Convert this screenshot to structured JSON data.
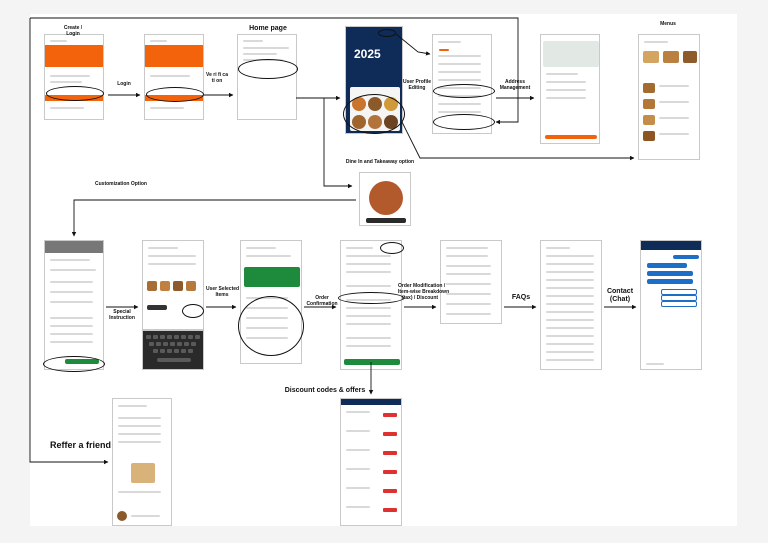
{
  "labels": {
    "create_login": "Create /\nLogin",
    "home_page": "Home page",
    "login": "Login",
    "verification": "Ve ri fi ca\nti on",
    "user_profile_editing": "User Profile\nEditing",
    "address_management": "Address\nManagement",
    "menus": "Menus",
    "dine_in_takeaway": "Dine In and Takeaway option",
    "customization_option": "Customization Option",
    "special_instruction": "Special\nInstruction",
    "user_selected_items": "User Selected\nItems",
    "order_confirmation": "Order Confirmation",
    "order_modification": "Order Modification /\nItem-wise Breakdown\n(tax) / Discount",
    "faqs": "FAQs",
    "contact_chat": "Contact\n(Chat)",
    "discount_codes_offers": "Discount codes & offers",
    "refer_a_friend": "Reffer a friend"
  },
  "colors": {
    "brand_orange": "#f2630b",
    "navy": "#0e2c57",
    "green": "#1e8a3b",
    "chat_blue": "#1e6ec8",
    "discount_red": "#e03131",
    "arrow": "#111111"
  }
}
